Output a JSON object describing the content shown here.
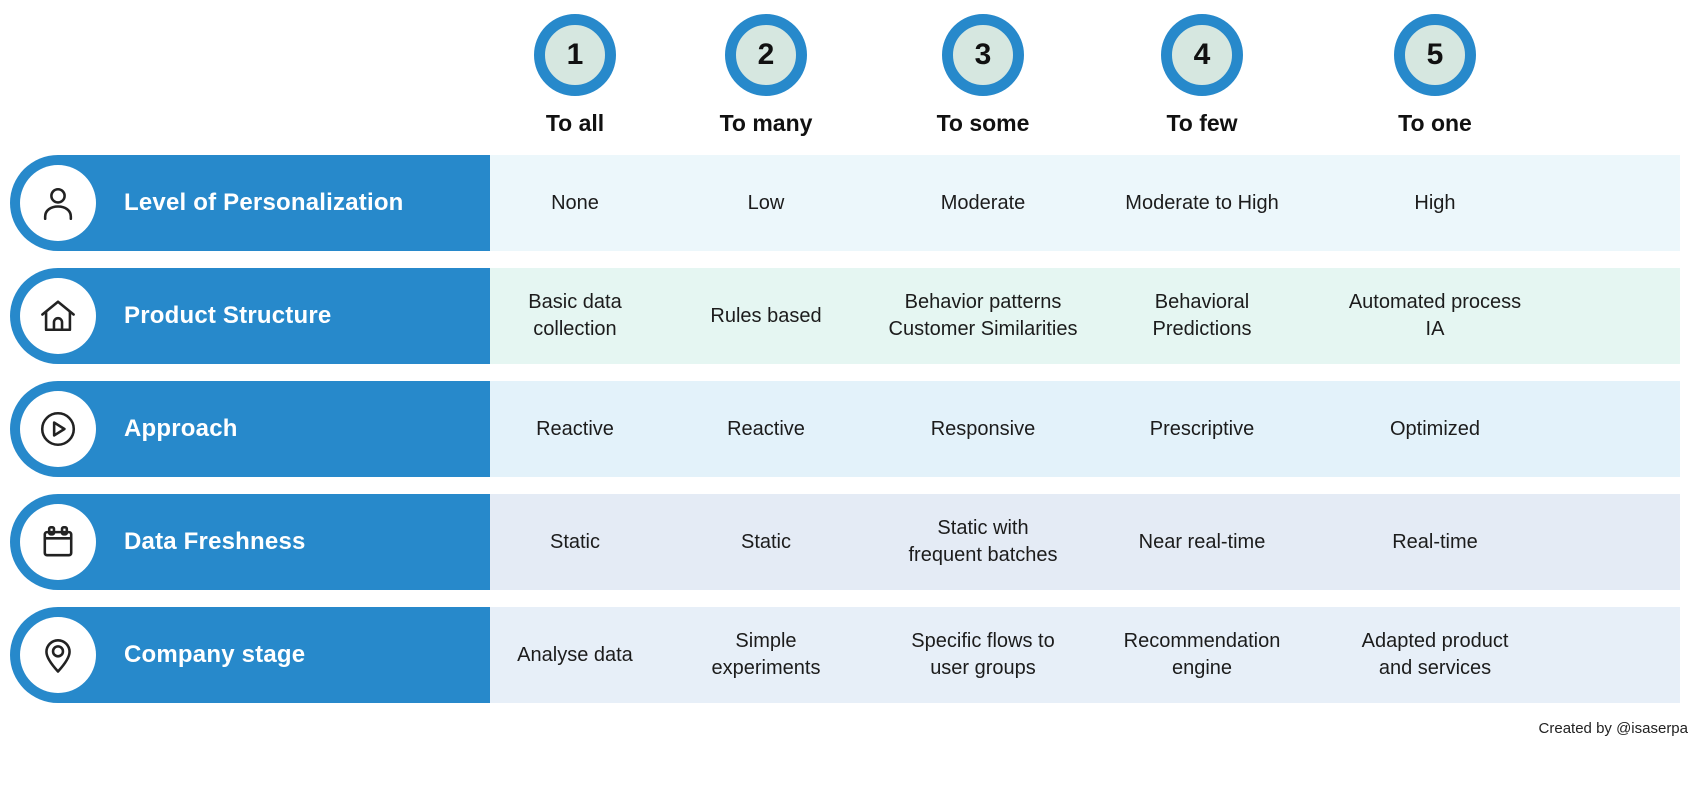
{
  "header": {
    "columns": [
      {
        "number": "1",
        "label": "To all"
      },
      {
        "number": "2",
        "label": "To many"
      },
      {
        "number": "3",
        "label": "To some"
      },
      {
        "number": "4",
        "label": "To few"
      },
      {
        "number": "5",
        "label": "To one"
      }
    ]
  },
  "rows": [
    {
      "label": "Level of Personalization",
      "icon": "user-icon",
      "cells": [
        "None",
        "Low",
        "Moderate",
        "Moderate to High",
        "High"
      ]
    },
    {
      "label": "Product Structure",
      "icon": "home-icon",
      "cells": [
        "Basic data\ncollection",
        "Rules based",
        "Behavior patterns\nCustomer Similarities",
        "Behavioral\nPredictions",
        "Automated process\nIA"
      ]
    },
    {
      "label": "Approach",
      "icon": "play-icon",
      "cells": [
        "Reactive",
        "Reactive",
        "Responsive",
        "Prescriptive",
        "Optimized"
      ]
    },
    {
      "label": "Data Freshness",
      "icon": "calendar-icon",
      "cells": [
        "Static",
        "Static",
        "Static with\nfrequent batches",
        "Near real-time",
        "Real-time"
      ]
    },
    {
      "label": "Company stage",
      "icon": "location-pin-icon",
      "cells": [
        "Analyse data",
        "Simple\nexperiments",
        "Specific flows to\nuser groups",
        "Recommendation\nengine",
        "Adapted product\nand services"
      ]
    }
  ],
  "footer": {
    "credit": "Created by @isaserpa"
  },
  "colors": {
    "pill_blue": "#2789CB",
    "circle_ring_blue": "#2789CB",
    "circle_fill_mint": "#D6E7E0",
    "row_bands": [
      "#ECF7FB",
      "#E5F6F2",
      "#E3F2FA",
      "#E4EBF5",
      "#E7EFF8"
    ]
  }
}
